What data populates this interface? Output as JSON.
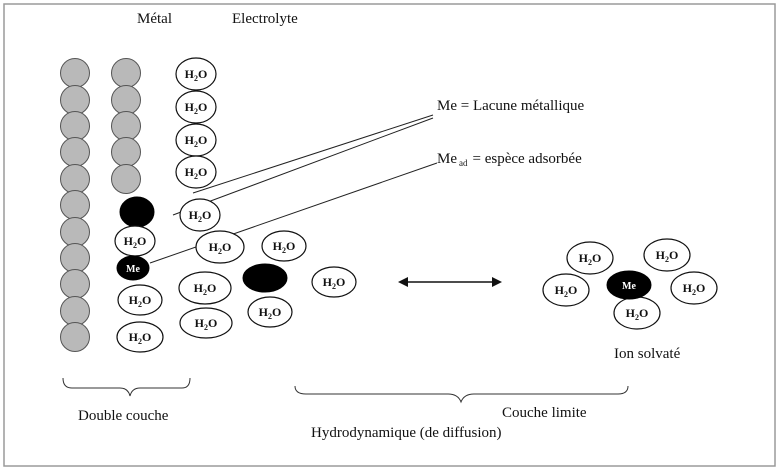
{
  "headers": {
    "metal": "Métal",
    "electrolyte": "Electrolyte"
  },
  "callouts": {
    "vacancy": "Me = Lacune métallique",
    "adsorbed_prefix": "Me",
    "adsorbed_sub": "ad",
    "adsorbed_rest": "= espèce adsorbée"
  },
  "molecule": {
    "h": "H",
    "sub": "2",
    "o": "O",
    "metal_symbol": "Me"
  },
  "labels": {
    "solvated_ion": "Ion solvaté",
    "double_layer": "Double couche",
    "boundary_layer_line1": "Couche limite",
    "boundary_layer_line2": "Hydrodynamique (de diffusion)"
  },
  "colors": {
    "metal_atom": "#b9b9b9",
    "metal_stroke": "#555555",
    "ion": "#000000",
    "border": "#9a9a9a"
  }
}
